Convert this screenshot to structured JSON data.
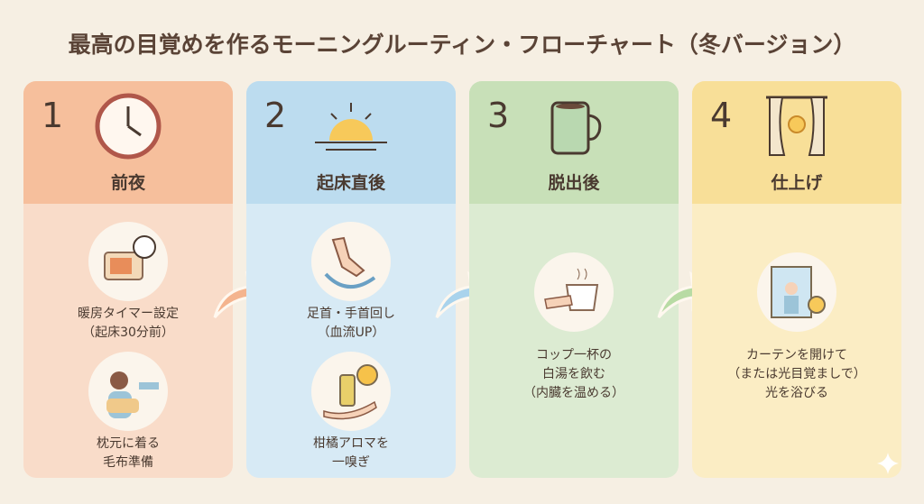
{
  "title": "最高の目覚めを作るモーニングルーティン・フローチャート（冬バージョン）",
  "colors": {
    "background": "#f6efe3",
    "step1_head": "#f6bf9c",
    "step1_body": "#f9dcc9",
    "step2_head": "#bcdcef",
    "step2_body": "#d7eaf5",
    "step3_head": "#c8e0b8",
    "step3_body": "#dcebd2",
    "step4_head": "#f8df98",
    "step4_body": "#fbedc4"
  },
  "steps": [
    {
      "number": "1",
      "label": "前夜",
      "icon": "clock-icon",
      "items": [
        {
          "icon": "heater-timer-icon",
          "text": [
            "暖房タイマー設定",
            "（起床30分前）"
          ]
        },
        {
          "icon": "blanket-icon",
          "text": [
            "枕元に着る",
            "毛布準備"
          ]
        }
      ]
    },
    {
      "number": "2",
      "label": "起床直後",
      "icon": "sunrise-icon",
      "items": [
        {
          "icon": "ankle-rotation-icon",
          "text": [
            "足首・手首回し",
            "（血流UP）"
          ]
        },
        {
          "icon": "aroma-oil-icon",
          "text": [
            "柑橘アロマを",
            "一嗅ぎ"
          ]
        }
      ]
    },
    {
      "number": "3",
      "label": "脱出後",
      "icon": "mug-icon",
      "items": [
        {
          "icon": "hot-water-cup-icon",
          "text": [
            "コップ一杯の",
            "白湯を飲む",
            "（内臓を温める）"
          ]
        }
      ]
    },
    {
      "number": "4",
      "label": "仕上げ",
      "icon": "curtain-sun-icon",
      "items": [
        {
          "icon": "open-curtain-icon",
          "text": [
            "カーテンを開けて",
            "（または光目覚ましで）",
            "光を浴びる"
          ]
        }
      ]
    }
  ]
}
